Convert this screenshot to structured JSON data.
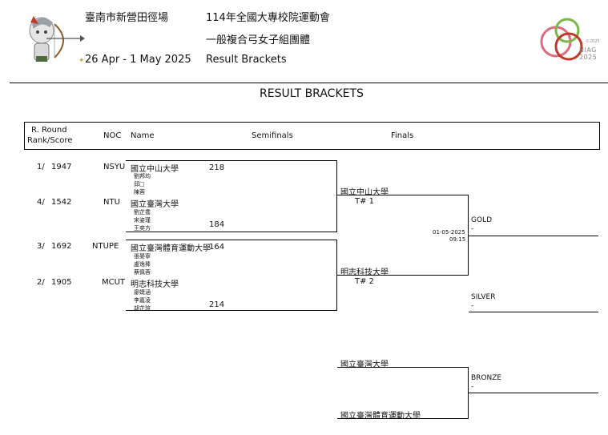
{
  "header": {
    "venue": "臺南市新營田徑場",
    "dates": "26 Apr - 1 May 2025",
    "event_title": "114年全國大專校院運動會",
    "event_subtitle": "一般複合弓女子組團體",
    "doc_type": "Result Brackets",
    "logo_text_1": "NIAG",
    "logo_text_2": "2025",
    "logo_small": "©2025"
  },
  "page_title": "RESULT BRACKETS",
  "columns": {
    "rank_line1": "R. Round",
    "rank_line2": "Rank/Score",
    "noc": "NOC",
    "name": "Name",
    "semifinals": "Semifinals",
    "finals": "Finals"
  },
  "teams": [
    {
      "rank": "1/",
      "score": "1947",
      "noc": "NSYU",
      "name": "國立中山大學",
      "members": [
        "劉邦均",
        "邱□",
        "陳蓉"
      ],
      "semi_score": "218"
    },
    {
      "rank": "4/",
      "score": "1542",
      "noc": "NTU",
      "name": "國立臺灣大學",
      "members": [
        "劉芷喬",
        "宋姿瑾",
        "王奕方"
      ],
      "semi_score": "184"
    },
    {
      "rank": "3/",
      "score": "1692",
      "noc": "NTUPE",
      "name": "國立臺灣體育運動大學",
      "members": [
        "張晏寧",
        "盧逸棒",
        "蔡佩蓉"
      ],
      "semi_score": "164"
    },
    {
      "rank": "2/",
      "score": "1905",
      "noc": "MCUT",
      "name": "明志科技大學",
      "members": [
        "廖婕涵",
        "李嘉凌",
        "胡芷瑄"
      ],
      "semi_score": "214"
    }
  ],
  "finals": {
    "gold_team_1": "國立中山大學",
    "gold_team_2": "明志科技大學",
    "target_1": "T# 1",
    "target_2": "T# 2",
    "date": "01-05-2025",
    "time": "09:15",
    "gold_label": "GOLD",
    "gold_value": "-",
    "silver_label": "SILVER",
    "silver_value": "-",
    "bronze_team_1": "國立臺灣大學",
    "bronze_team_2": "國立臺灣體育運動大學",
    "bronze_label": "BRONZE",
    "bronze_value": "-"
  }
}
